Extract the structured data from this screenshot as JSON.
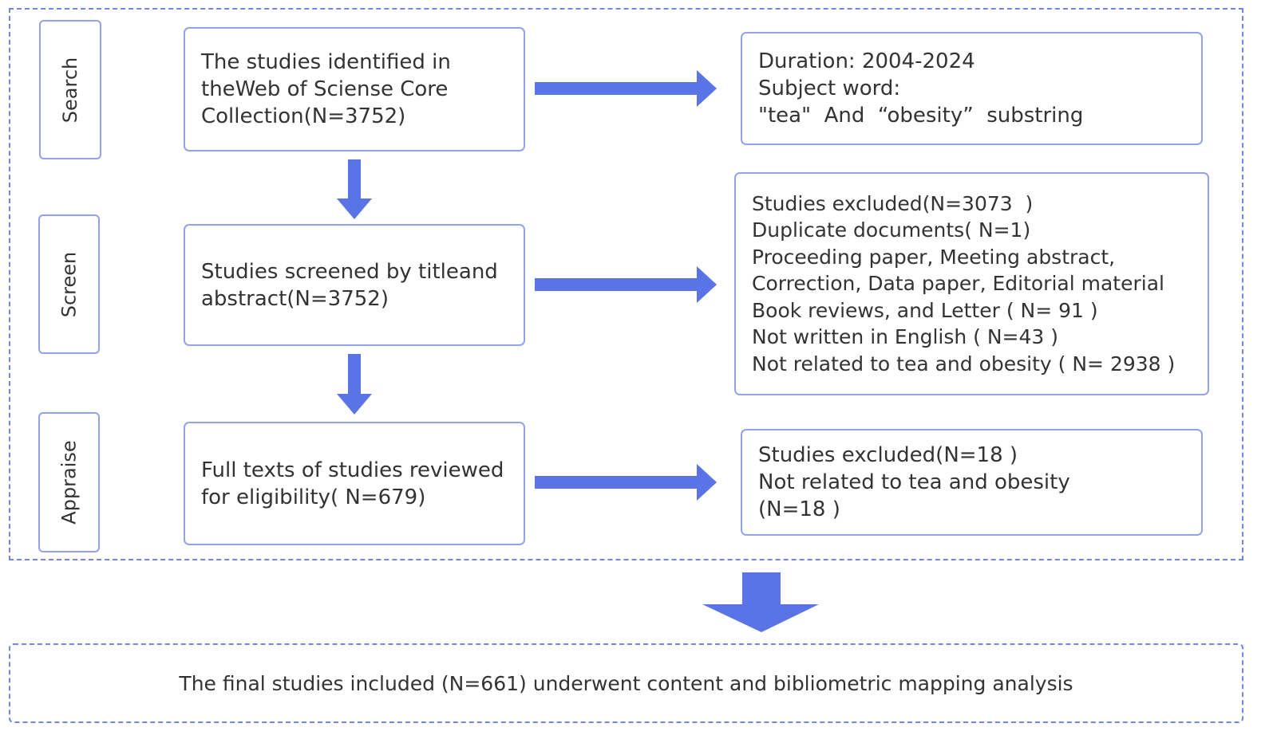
{
  "stages": {
    "search": "Search",
    "screen": "Screen",
    "appraise": "Appraise"
  },
  "boxes": {
    "identified": [
      "The studies identified in",
      "theWeb of Sciense Core",
      "Collection(N=3752)"
    ],
    "search_criteria": [
      "Duration: 2004-2024",
      "Subject word:",
      "\"tea\"  And  “obesity”  substring"
    ],
    "screened": [
      "Studies screened by titleand",
      "abstract(N=3752)"
    ],
    "excluded_screen": [
      "Studies excluded(N=3073  )",
      "Duplicate documents( N=1)",
      "Proceeding paper, Meeting abstract,",
      "Correction, Data paper, Editorial material",
      "Book reviews, and Letter ( N= 91 )",
      "Not written in English ( N=43 )",
      "Not related to tea and obesity ( N= 2938 )"
    ],
    "fulltext": [
      "Full texts of studies reviewed",
      "for eligibility( N=679)"
    ],
    "excluded_appraise": [
      "Studies excluded(N=18 )",
      "Not related to tea and obesity",
      "(N=18 )"
    ]
  },
  "final": "The final studies included (N=661) underwent content and bibliometric mapping analysis",
  "colors": {
    "arrow": "#5a74e6",
    "border": "#95a2ea",
    "dashed": "#7585e0"
  }
}
